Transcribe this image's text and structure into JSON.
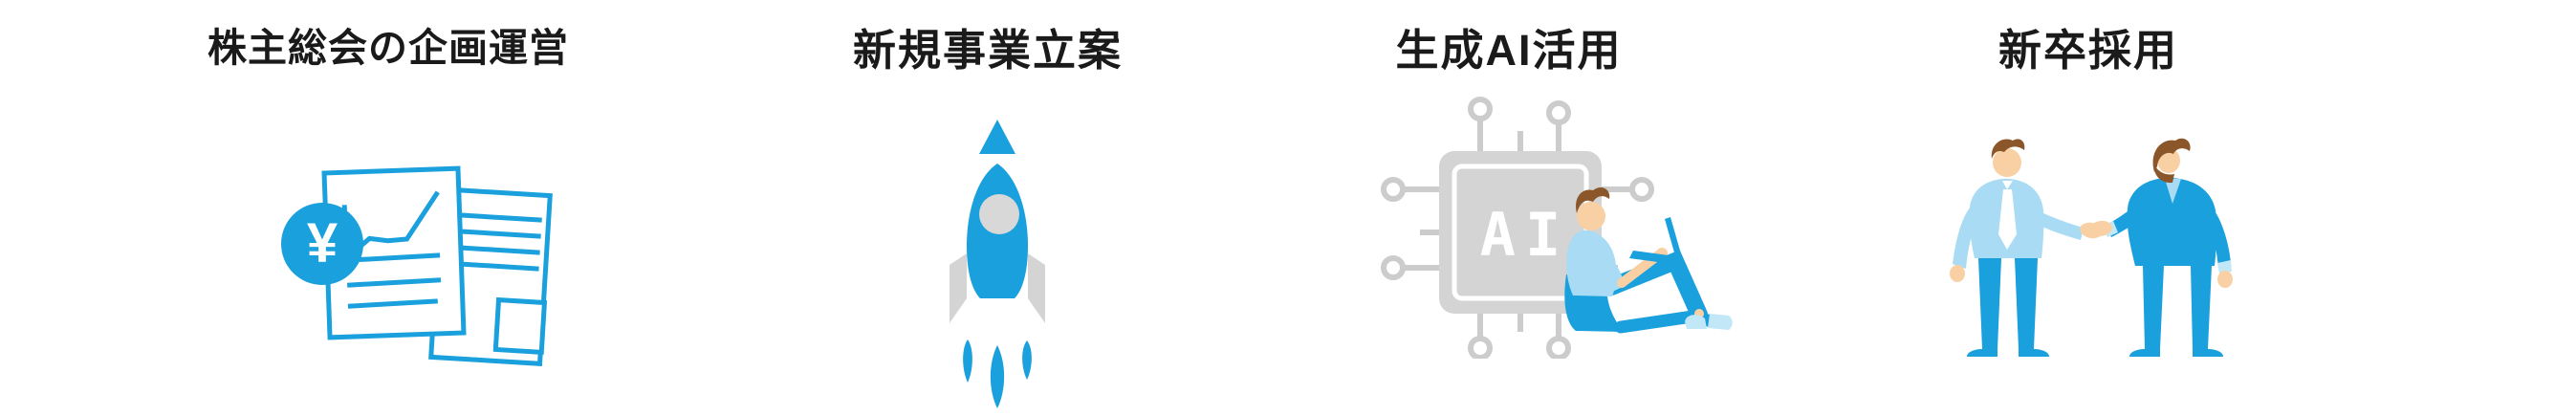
{
  "colors": {
    "title_text": "#1a1a1a",
    "main_blue": "#1aa0dc",
    "light_blue": "#a9dcf4",
    "pale_blue": "#c2e8f8",
    "gray": "#d4d4d4",
    "circuit_gray": "#cccccc",
    "window_gray": "#d8d8d8",
    "skin": "#f9d0a4",
    "hair_brown": "#8b572a",
    "white": "#ffffff"
  },
  "sections": [
    {
      "title": "株主総会の企画運営",
      "illustration": "documents-with-yen-badge"
    },
    {
      "title": "新規事業立案",
      "illustration": "launching-rocket"
    },
    {
      "title": "生成AI活用",
      "illustration": "ai-chip-with-person-on-laptop",
      "chip_label": "AI"
    },
    {
      "title": "新卒採用",
      "illustration": "two-people-handshake"
    }
  ],
  "symbols": {
    "yen": "¥"
  }
}
